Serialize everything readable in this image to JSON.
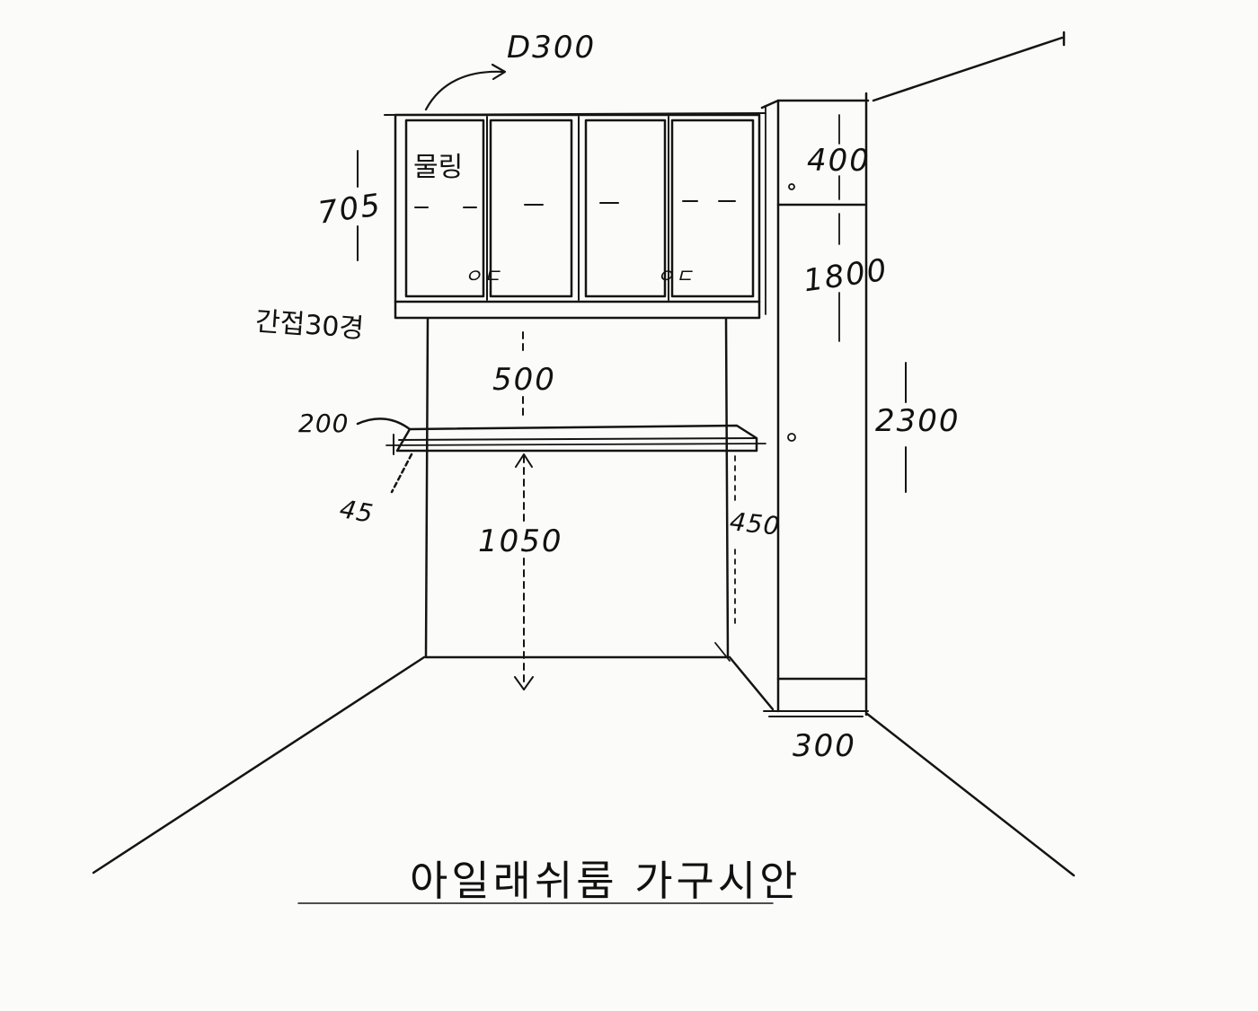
{
  "title": "아일래쉬룸 가구시안",
  "labels": {
    "depth_top": "D300",
    "upper_cabinet_height": "705",
    "finish_note": "물링",
    "handle_left": "ㅇㄷ",
    "handle_right": "ㅇㄷ",
    "indirect_light_note": "간접30경",
    "gap_upper": "500",
    "shelf_depth": "200",
    "shelf_thickness": "45",
    "floor_to_shelf": "1050",
    "right_gap": "450",
    "tall_top_section": "400",
    "tall_main_section": "1800",
    "total_height": "2300",
    "tall_depth": "300"
  }
}
